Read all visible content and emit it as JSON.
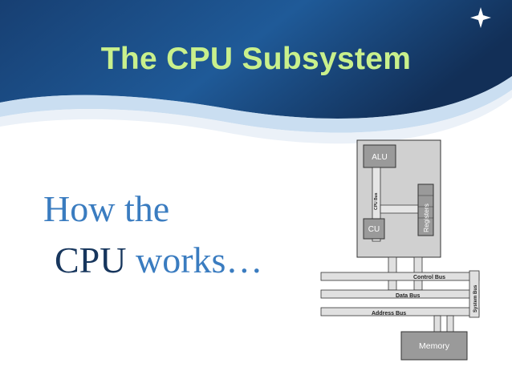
{
  "slide": {
    "title": "The CPU Subsystem",
    "subtitle": {
      "line1": "How the",
      "line2_dark": "CPU",
      "line2_light": " works…"
    }
  },
  "diagram": {
    "labels": {
      "alu": "ALU",
      "cu": "CU",
      "registers": "Registers",
      "cpu_bus": "CPU Bus",
      "control_bus": "Control Bus",
      "data_bus": "Data Bus",
      "address_bus": "Address Bus",
      "system_bus": "System Bus",
      "memory": "Memory"
    },
    "colors": {
      "cpu_fill": "#d0d0d0",
      "box_fill": "#9a9a9a",
      "bus_fill": "#e0e0e0",
      "outline": "#333333"
    }
  },
  "colors": {
    "title": "#c9f08c",
    "subtitle_light": "#3a7cc0",
    "subtitle_dark": "#17365d",
    "banner": "#1f4f8a"
  }
}
